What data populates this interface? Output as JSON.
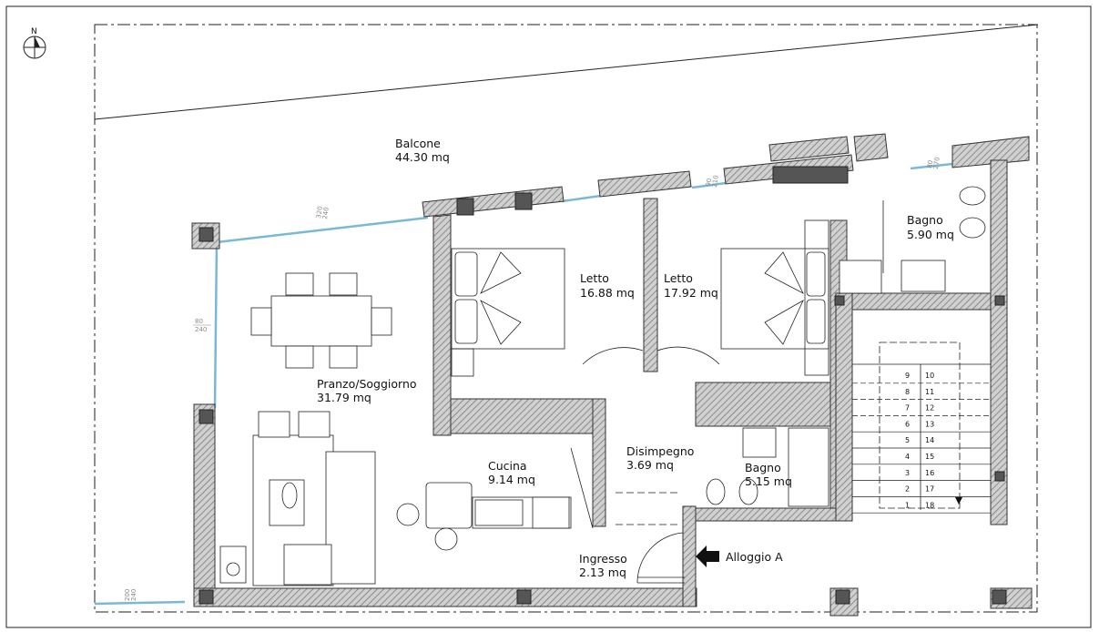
{
  "compass": {
    "letter": "N"
  },
  "rooms": {
    "balcone": {
      "name": "Balcone",
      "area": "44.30 mq"
    },
    "letto1": {
      "name": "Letto",
      "area": "16.88 mq"
    },
    "letto2": {
      "name": "Letto",
      "area": "17.92 mq"
    },
    "bagno1": {
      "name": "Bagno",
      "area": "5.90 mq"
    },
    "pranzo": {
      "name": "Pranzo/Soggiorno",
      "area": "31.79 mq"
    },
    "cucina": {
      "name": "Cucina",
      "area": "9.14 mq"
    },
    "disimpegno": {
      "name": "Disimpegno",
      "area": "3.69 mq"
    },
    "bagno2": {
      "name": "Bagno",
      "area": "5.15 mq"
    },
    "ingresso": {
      "name": "Ingresso",
      "area": "2.13 mq"
    }
  },
  "entrance_label": "Alloggio A",
  "windows": {
    "w1": {
      "top": "320",
      "bottom": "240"
    },
    "w2": {
      "top": "90",
      "bottom": "210"
    },
    "w3": {
      "top": "80",
      "bottom": "270"
    },
    "w4": {
      "top": "80",
      "bottom": "240"
    },
    "w5": {
      "top": "200",
      "bottom": "240"
    }
  },
  "stairs": {
    "left": [
      "9",
      "8",
      "7",
      "6",
      "5",
      "4",
      "3",
      "2",
      "1"
    ],
    "right": [
      "10",
      "11",
      "12",
      "13",
      "14",
      "15",
      "16",
      "17",
      "18"
    ]
  },
  "colors": {
    "wall_hatch": "#9a9a9a",
    "glazing": "#7ab8d8",
    "pillar": "#555555"
  }
}
